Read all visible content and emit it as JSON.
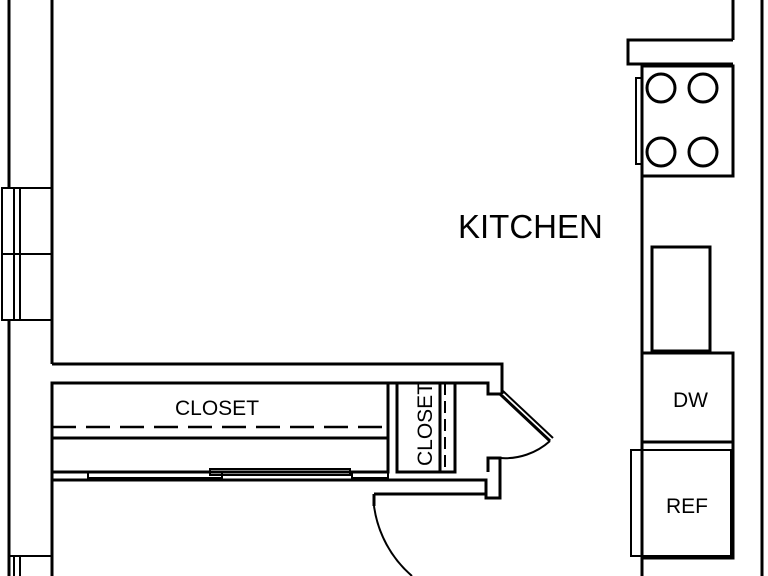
{
  "labels": {
    "kitchen": "KITCHEN",
    "closet_large": "CLOSET",
    "closet_small": "CLOSET",
    "dishwasher": "DW",
    "refrigerator": "REF"
  },
  "colors": {
    "line": "#000000",
    "background": "#ffffff"
  }
}
